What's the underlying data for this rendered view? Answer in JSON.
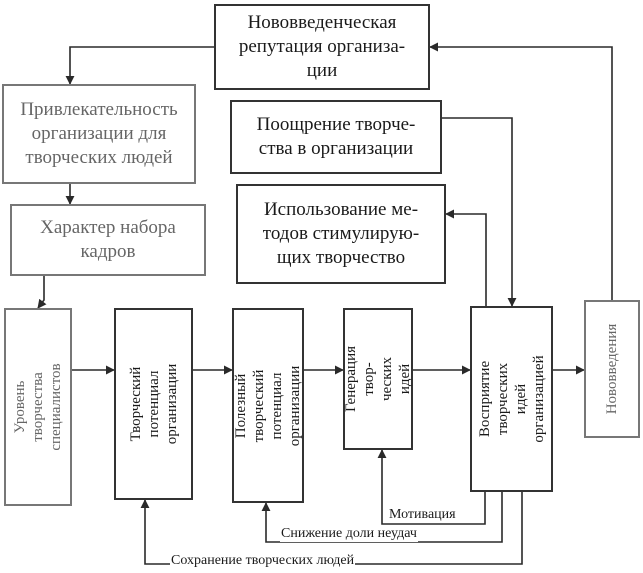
{
  "boxes": {
    "reputation": "Нововведенческая\nрепутация организа-\nции",
    "attractiveness": "Привлекательность\nорганизации для\nтворческих людей",
    "recruitment": "Характер набора\nкадров",
    "encouragement": "Поощрение творче-\nства в организации",
    "methods": "Использование ме-\nтодов стимулирую-\nщих творчество",
    "specialists_level": "Уровень творчества\nспециалистов",
    "creative_potential": "Творческий потенциал\nорганизации",
    "useful_potential": "Полезный творческий\nпотенциал организации",
    "idea_generation": "Генерация твор-\nческих идей",
    "idea_perception": "Восприятие творческих\nидей организацией",
    "innovations": "Нововведения"
  },
  "labels": {
    "motivation": "Мотивация",
    "failure_reduction": "Снижение доли неудач",
    "retention": "Сохранение творческих людей"
  }
}
